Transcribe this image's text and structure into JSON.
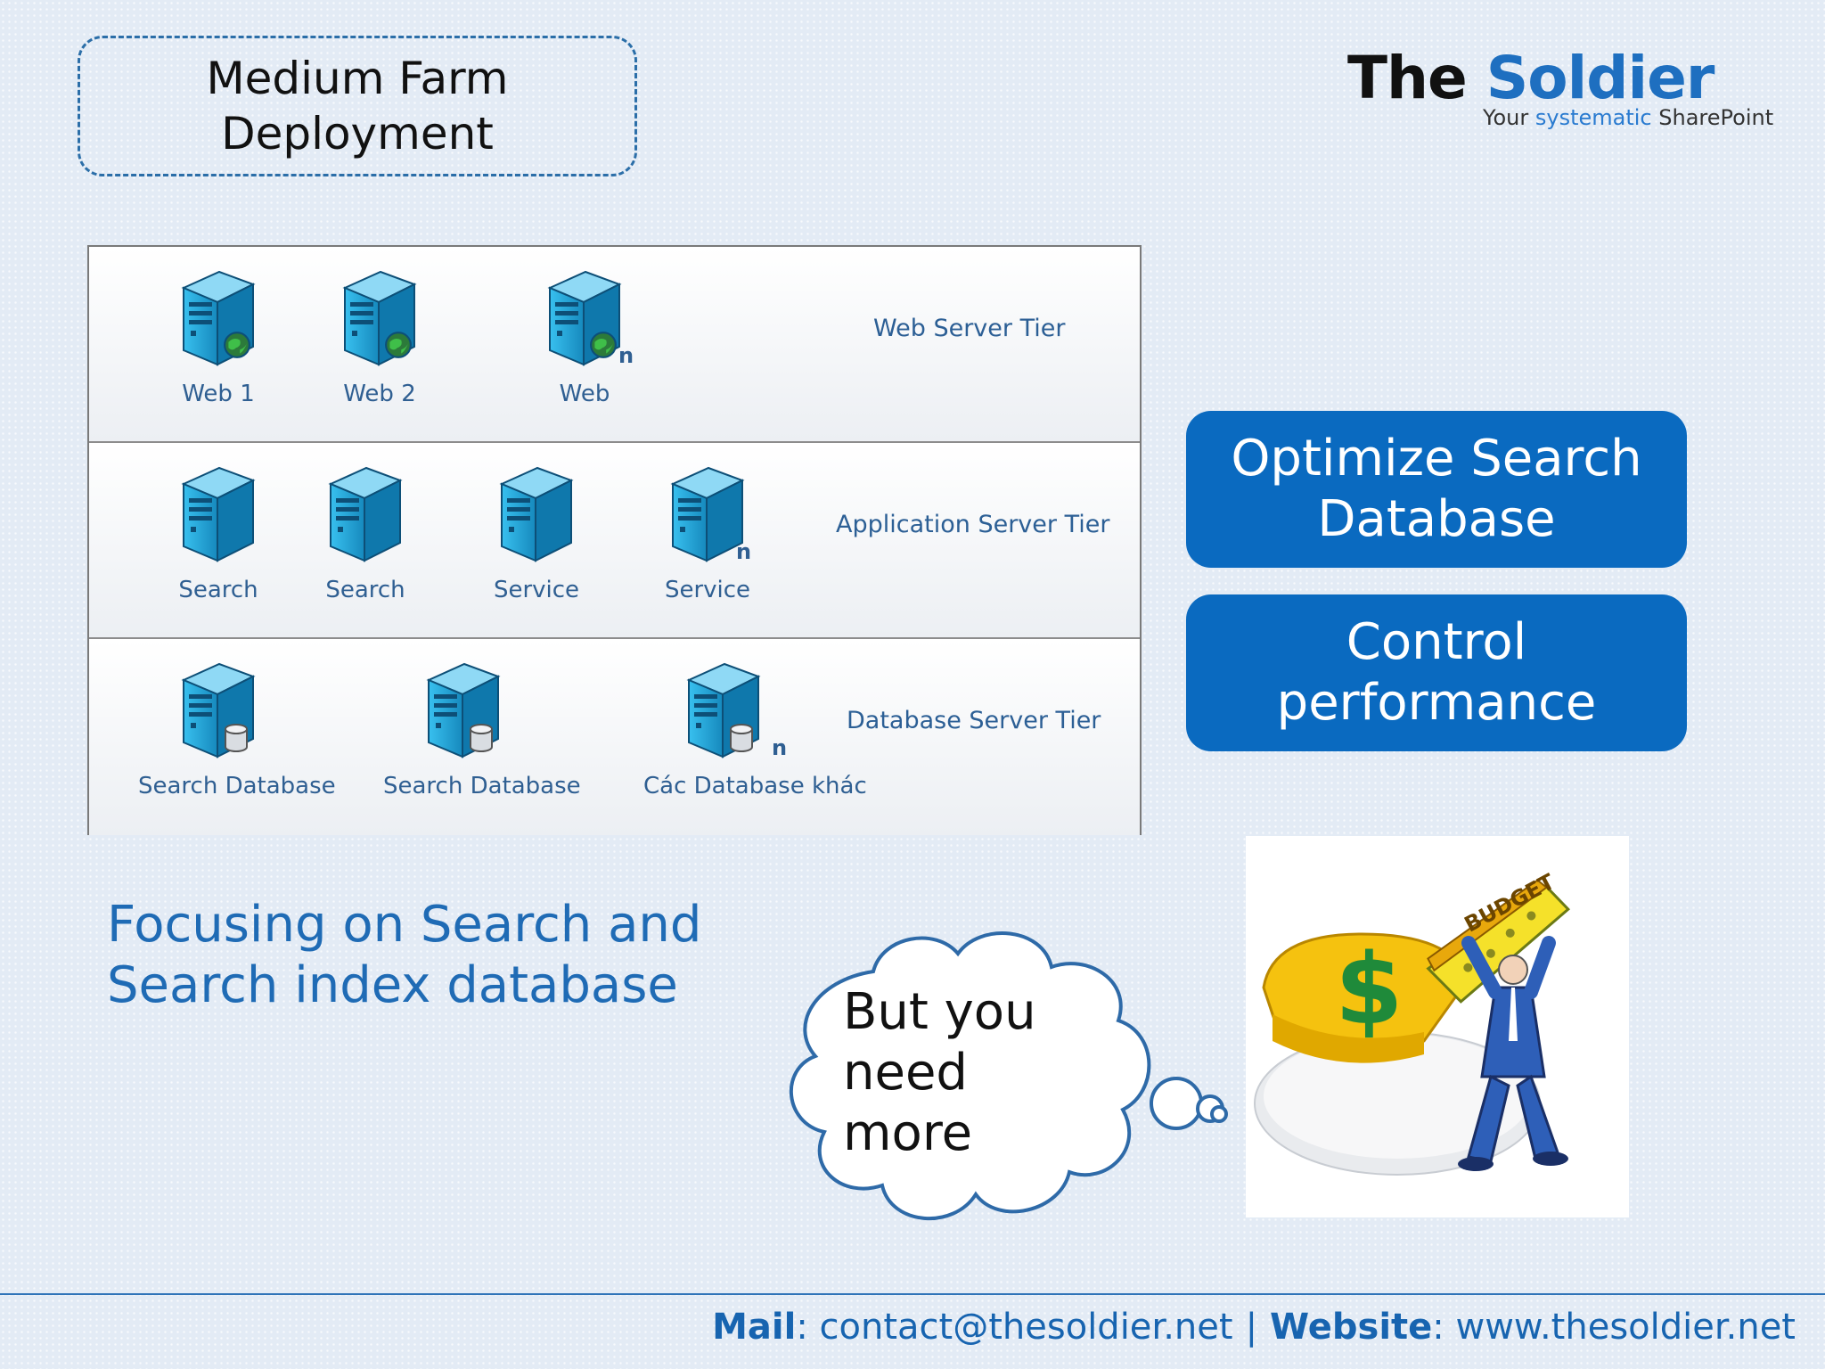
{
  "title": {
    "line1": "Medium Farm",
    "line2": "Deployment"
  },
  "logo": {
    "brand_the": "The",
    "brand_soldier": "Soldier",
    "tag_your": "Your",
    "tag_systematic": "systematic",
    "tag_sharepoint": "SharePoint"
  },
  "diagram": {
    "web_tier": {
      "label": "Web Server Tier",
      "nodes": [
        "Web 1",
        "Web 2",
        "Web"
      ],
      "n": "n"
    },
    "app_tier": {
      "label": "Application Server Tier",
      "nodes": [
        "Search",
        "Search",
        "Service",
        "Service"
      ],
      "n": "n"
    },
    "db_tier": {
      "label": "Database Server Tier",
      "nodes": [
        "Search Database",
        "Search Database",
        "Các Database khác"
      ],
      "n": "n"
    }
  },
  "callouts": [
    {
      "line1": "Optimize Search",
      "line2": "Database"
    },
    {
      "line1": "Control",
      "line2": "performance"
    }
  ],
  "focus": {
    "line1": "Focusing on Search and",
    "line2": "Search index database"
  },
  "bubble": {
    "line1": "But you",
    "line2": "need",
    "line3": "more"
  },
  "budget_label": "BUDGET",
  "footer": {
    "mail_label": "Mail",
    "mail": "contact@thesoldier.net",
    "separator": "|",
    "website_label": "Website",
    "website": "www.thesoldier.net"
  },
  "colors": {
    "accent": "#0a6ac0",
    "server_blue": "#1aa7d8",
    "text_blue": "#1f6bb5"
  }
}
